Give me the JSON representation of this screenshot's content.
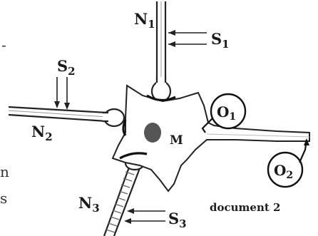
{
  "figure": {
    "caption": "document 2",
    "neurons": [
      {
        "id": "N1",
        "letter": "N",
        "sub": "1"
      },
      {
        "id": "N2",
        "letter": "N",
        "sub": "2"
      },
      {
        "id": "N3",
        "letter": "N",
        "sub": "3"
      }
    ],
    "stimuli": [
      {
        "id": "S1",
        "letter": "S",
        "sub": "1"
      },
      {
        "id": "S2",
        "letter": "S",
        "sub": "2"
      },
      {
        "id": "S3",
        "letter": "S",
        "sub": "3"
      }
    ],
    "oscilloscopes": [
      {
        "id": "O1",
        "letter": "O",
        "sub": "1"
      },
      {
        "id": "O2",
        "letter": "O",
        "sub": "2"
      }
    ],
    "cell_body_label": "M",
    "edge_text": [
      "-",
      "n",
      "s"
    ]
  },
  "colors": {
    "ink": "#1a1a1a",
    "nucleus": "#555555",
    "membrane": "#e6e6e6"
  }
}
